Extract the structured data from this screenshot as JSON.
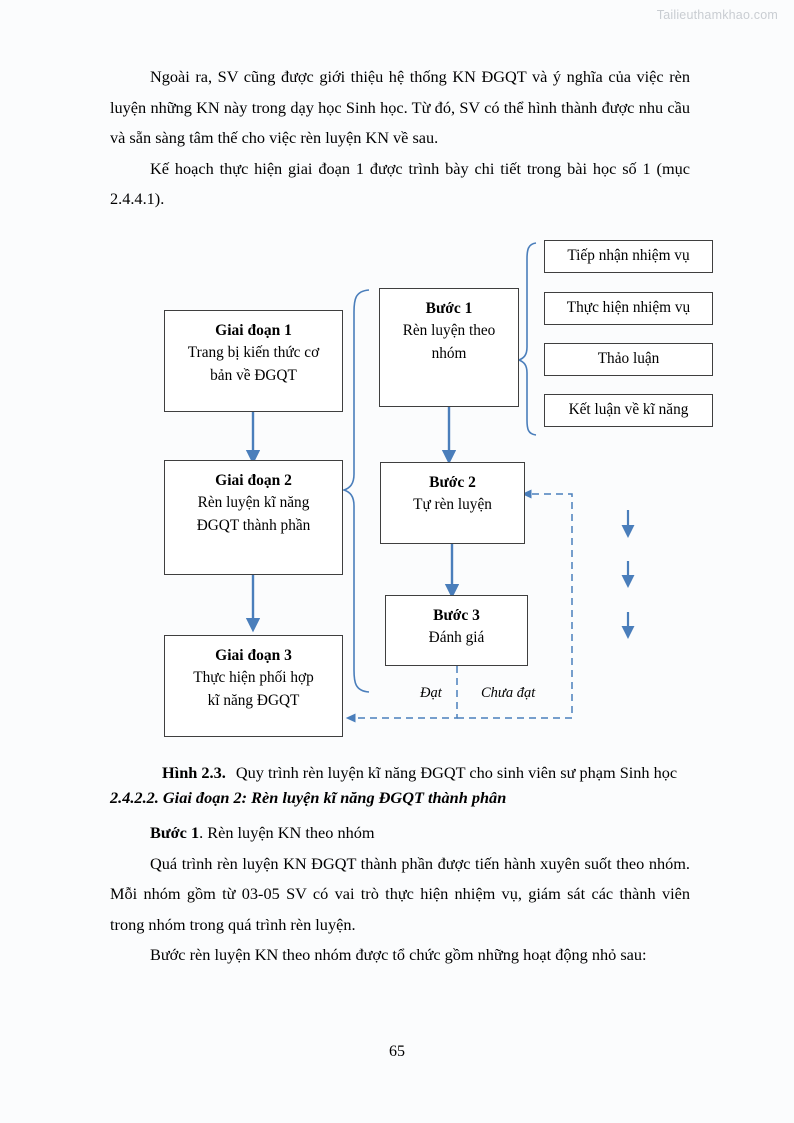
{
  "watermark": "Tailieuthamkhao.com",
  "page_number": "65",
  "paragraphs_before": [
    "Ngoài ra, SV cũng được giới thiệu hệ thống KN ĐGQT và ý nghĩa của việc rèn luyện những KN này trong dạy học Sinh học. Từ đó, SV có thể hình thành được nhu cầu và sẵn sàng tâm thế cho việc rèn luyện KN về sau.",
    "Kế hoạch thực hiện giai đoạn 1 được trình bày chi tiết trong bài học số 1 (mục 2.4.4.1)."
  ],
  "figure": {
    "stages": [
      {
        "title": "Giai đoạn 1",
        "line1": "Trang bị kiến thức cơ",
        "line2": "bản về ĐGQT"
      },
      {
        "title": "Giai đoạn 2",
        "line1": "Rèn luyện kĩ năng",
        "line2": "ĐGQT thành phần"
      },
      {
        "title": "Giai đoạn 3",
        "line1": "Thực hiện phối hợp",
        "line2": "kĩ năng ĐGQT"
      }
    ],
    "steps": [
      {
        "title": "Bước 1",
        "line1": "Rèn luyện theo",
        "line2": "nhóm"
      },
      {
        "title": "Bước 2",
        "line1": "Tự rèn luyện",
        "line2": ""
      },
      {
        "title": "Bước 3",
        "line1": "Đánh giá",
        "line2": ""
      }
    ],
    "activities": [
      "Tiếp nhận nhiệm vụ",
      "Thực hiện nhiệm vụ",
      "Thảo luận",
      "Kết luận về kĩ năng"
    ],
    "edge_labels": {
      "pass": "Đạt",
      "fail": "Chưa đạt"
    },
    "colors": {
      "arrow_blue": "#4a7ebb",
      "box_border": "#3f3f3f"
    }
  },
  "caption": {
    "label": "Hình 2.3.",
    "text": "Quy trình rèn luyện kĩ năng ĐGQT cho sinh viên sư phạm Sinh học"
  },
  "section_heading": "2.4.2.2. Giai đoạn 2: Rèn luyện kĩ năng ĐGQT thành phân",
  "step_line": {
    "bold": "Bước 1",
    "rest": ". Rèn luyện KN theo nhóm"
  },
  "paragraphs_after": [
    "Quá trình rèn luyện KN ĐGQT thành phần được tiến hành xuyên suốt theo nhóm. Mỗi nhóm gồm từ 03-05 SV có vai trò thực hiện nhiệm vụ, giám sát các thành viên trong nhóm trong quá trình rèn luyện.",
    "Bước rèn luyện KN theo nhóm được tổ chức gồm những hoạt động nhỏ sau:"
  ]
}
